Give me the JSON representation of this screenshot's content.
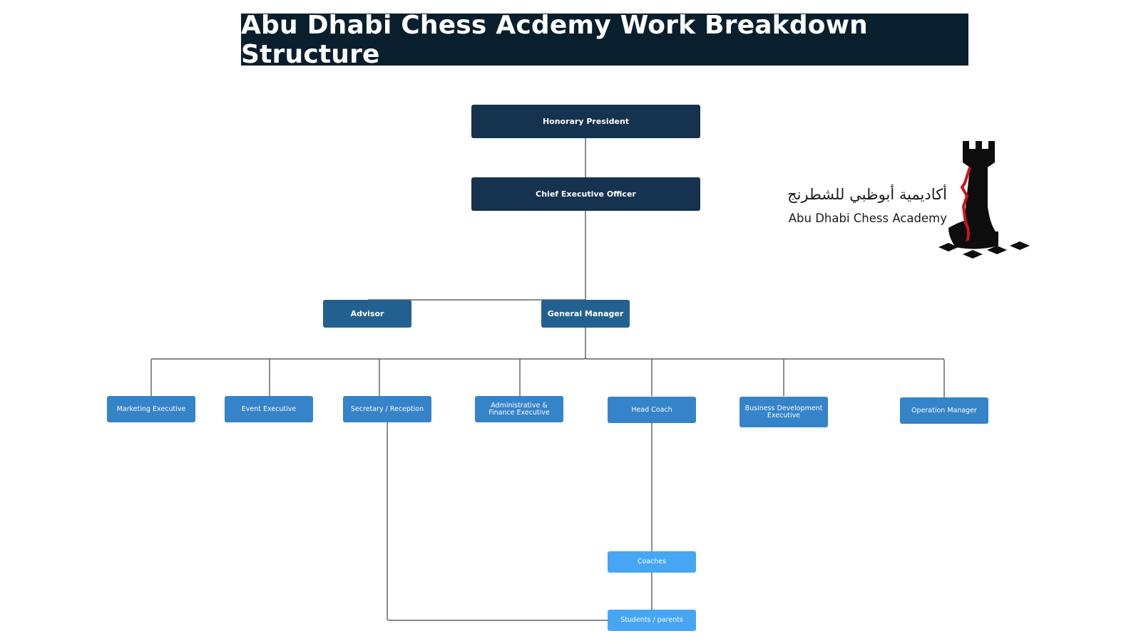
{
  "title": "Abu Dhabi Chess Acdemy Work Breakdown Structure",
  "logo": {
    "arabic_name": "أكاديمية أبوظبي للشطرنج",
    "english_name": "Abu Dhabi Chess Academy",
    "icon": "chess-rook-icon"
  },
  "org_chart": {
    "honorary_president": "Honorary President",
    "ceo": "Chief Executive Officer",
    "advisor": "Advisor",
    "general_manager": "General Manager",
    "marketing_executive": "Marketing Executive",
    "event_executive": "Event Executive",
    "secretary_reception": "Secretary / Reception",
    "admin_finance": "Administrative & Finance Executive",
    "head_coach": "Head Coach",
    "business_development": "Business Development Executive",
    "operation_manager": "Operation Manager",
    "coaches": "Coaches",
    "students_parents": "Students / parents"
  },
  "colors": {
    "title_bg": "#0a1f2e",
    "level0": "#15324f",
    "level1": "#22618f",
    "level2": "#3583c9",
    "level3": "#46a6f4",
    "connector": "#444444",
    "logo_accent": "#d0121b"
  }
}
